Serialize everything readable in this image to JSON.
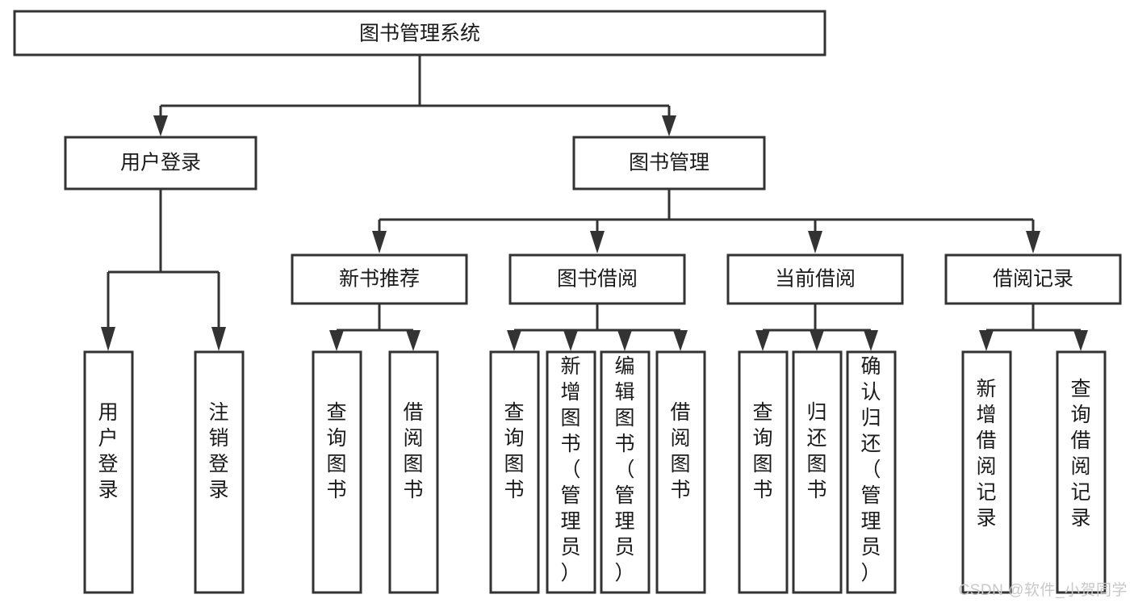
{
  "diagram": {
    "title": "图书管理系统",
    "type": "tree-hierarchy-chart",
    "root": {
      "id": "root",
      "label": "图书管理系统",
      "orientation": "horizontal"
    },
    "level2": [
      {
        "id": "user-login",
        "label": "用户登录",
        "orientation": "horizontal"
      },
      {
        "id": "book-management",
        "label": "图书管理",
        "orientation": "horizontal"
      }
    ],
    "level3": [
      {
        "id": "new-book-recommend",
        "label": "新书推荐",
        "parent": "book-management",
        "orientation": "horizontal"
      },
      {
        "id": "book-borrow",
        "label": "图书借阅",
        "parent": "book-management",
        "orientation": "horizontal"
      },
      {
        "id": "current-borrow",
        "label": "当前借阅",
        "parent": "book-management",
        "orientation": "horizontal"
      },
      {
        "id": "borrow-record",
        "label": "借阅记录",
        "parent": "book-management",
        "orientation": "horizontal"
      }
    ],
    "leaves": [
      {
        "id": "leaf-user-login",
        "parent": "user-login",
        "orientation": "vertical",
        "lines": [
          "用",
          "户",
          "登",
          "录"
        ]
      },
      {
        "id": "leaf-logout-login",
        "parent": "user-login",
        "orientation": "vertical",
        "lines": [
          "注",
          "销",
          "登",
          "录"
        ]
      },
      {
        "id": "leaf-query-book-1",
        "parent": "new-book-recommend",
        "orientation": "vertical",
        "lines": [
          "查",
          "询",
          "图",
          "书"
        ]
      },
      {
        "id": "leaf-borrow-book-1",
        "parent": "new-book-recommend",
        "orientation": "vertical",
        "lines": [
          "借",
          "阅",
          "图",
          "书"
        ]
      },
      {
        "id": "leaf-query-book-2",
        "parent": "book-borrow",
        "orientation": "vertical",
        "lines": [
          "查",
          "询",
          "图",
          "书"
        ]
      },
      {
        "id": "leaf-add-book-admin",
        "parent": "book-borrow",
        "orientation": "vertical",
        "lines": [
          "新",
          "增",
          "图",
          "书",
          "（",
          "管",
          "理",
          "员",
          "）"
        ]
      },
      {
        "id": "leaf-edit-book-admin",
        "parent": "book-borrow",
        "orientation": "vertical",
        "lines": [
          "编",
          "辑",
          "图",
          "书",
          "（",
          "管",
          "理",
          "员",
          "）"
        ]
      },
      {
        "id": "leaf-borrow-book-2",
        "parent": "book-borrow",
        "orientation": "vertical",
        "lines": [
          "借",
          "阅",
          "图",
          "书"
        ]
      },
      {
        "id": "leaf-query-book-3",
        "parent": "current-borrow",
        "orientation": "vertical",
        "lines": [
          "查",
          "询",
          "图",
          "书"
        ]
      },
      {
        "id": "leaf-return-book",
        "parent": "current-borrow",
        "orientation": "vertical",
        "lines": [
          "归",
          "还",
          "图",
          "书"
        ]
      },
      {
        "id": "leaf-confirm-return-admin",
        "parent": "current-borrow",
        "orientation": "vertical",
        "lines": [
          "确",
          "认",
          "归",
          "还",
          "（",
          "管",
          "理",
          "员",
          "）"
        ]
      },
      {
        "id": "leaf-add-borrow-record",
        "parent": "borrow-record",
        "orientation": "vertical",
        "lines": [
          "新",
          "增",
          "借",
          "阅",
          "记",
          "录"
        ]
      },
      {
        "id": "leaf-query-borrow-record",
        "parent": "borrow-record",
        "orientation": "vertical",
        "lines": [
          "查",
          "询",
          "借",
          "阅",
          "记",
          "录"
        ]
      }
    ],
    "leaf_full_labels": {
      "leaf-user-login": "用户登录",
      "leaf-logout-login": "注销登录",
      "leaf-query-book-1": "查询图书",
      "leaf-borrow-book-1": "借阅图书",
      "leaf-query-book-2": "查询图书",
      "leaf-add-book-admin": "新增图书（管理员）",
      "leaf-edit-book-admin": "编辑图书（管理员）",
      "leaf-borrow-book-2": "借阅图书",
      "leaf-query-book-3": "查询图书",
      "leaf-return-book": "归还图书",
      "leaf-confirm-return-admin": "确认归还（管理员）",
      "leaf-add-borrow-record": "新增借阅记录",
      "leaf-query-borrow-record": "查询借阅记录"
    },
    "colors": {
      "box_stroke": "#333333",
      "box_fill": "#ffffff",
      "connector": "#333333",
      "text": "#1a1a1a",
      "watermark": "#c8c8c8",
      "background": "#ffffff"
    }
  },
  "watermark": {
    "text": "CSDN @软件_小贺同学"
  }
}
